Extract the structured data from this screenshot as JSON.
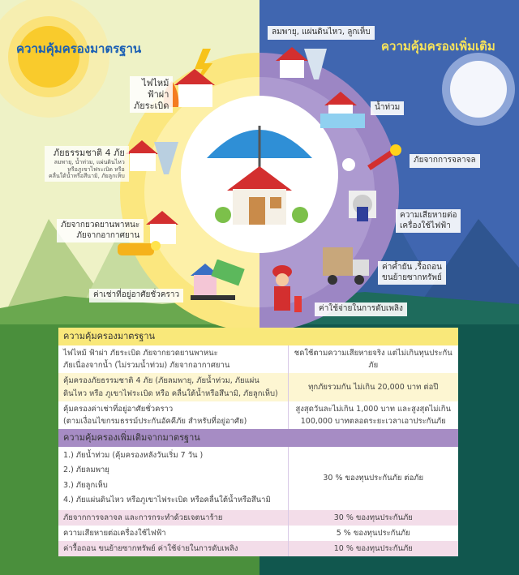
{
  "standard_title": "ความคุ้มครองมาตรฐาน",
  "extra_title": "ความคุ้มครองเพิ่มเติม",
  "left_labels": {
    "fire": [
      "ไฟไหม้",
      "ฟ้าผ่า",
      "ภัยระเบิด"
    ],
    "natural_title": "ภัยธรรมชาติ 4 ภัย",
    "natural_sub": [
      "ลมพายุ, น้ำท่วม, แผ่นดินไหว",
      "หรือภูเขาไฟระเบิด หรือ",
      "คลื่นใต้น้ำหรือสึนามิ, ภัยลูกเห็บ"
    ],
    "vehicle": [
      "ภัยจากยวดยานพาหนะ",
      "ภัยจากอากาศยาน"
    ],
    "rent": "ค่าเช่าที่อยู่อาศัยชั่วคราว"
  },
  "right_labels": {
    "storm": "ลมพายุ, แผ่นดินไหว, ลูกเห็บ",
    "flood": "น้ำท่วม",
    "riot": "ภัยจากการจลาจล",
    "electrical": [
      "ความเสียหายต่อ",
      "เครื่องใช้ไฟฟ้า"
    ],
    "moving": [
      "ค่าค้ำยัน ,รื้อถอน",
      "ขนย้ายซากทรัพย์"
    ],
    "firefighting": "ค่าใช้จ่ายในการดับเพลิง"
  },
  "table": {
    "standard_header": "ความคุ้มครองมาตรฐาน",
    "standard_rows": [
      {
        "left": [
          "ไฟไหม้ ฟ้าผ่า  ภัยระเบิด ภัยจากยวดยานพาหนะ",
          "ภัยเนื่องจากน้ำ (ไม่รวมน้ำท่วม) ภัยจากอากาศยาน"
        ],
        "right": [
          "ชดใช้ตามความเสียหายจริง แต่ไม่เกินทุนประกันภัย"
        ]
      },
      {
        "left": [
          "คุ้มครองภัยธรรมชาติ 4 ภัย (ภัยลมพายุ, ภัยน้ำท่วม, ภัยแผ่น",
          "ดินไหว หรือ ภูเขาไฟระเบิด หรือ คลื่นใต้น้ำหรือสึนามิ, ภัยลูกเห็บ)"
        ],
        "right": [
          "ทุกภัยรวมกัน ไม่เกิน 20,000 บาท ต่อปี"
        ]
      },
      {
        "left": [
          "คุ้มครองค่าเช่าที่อยู่อาศัยชั่วคราว",
          "(ตามเงื่อนไขกรมธรรม์ประกันอัคคีภัย สำหรับที่อยู่อาศัย)"
        ],
        "right": [
          "สูงสุดวันละไม่เกิน 1,000 บาท และสูงสุดไม่เกิน",
          "100,000 บาทตลอดระยะเวลาเอาประกันภัย"
        ]
      }
    ],
    "extra_header": "ความคุ้มครองเพิ่มเติมจากมาตรฐาน",
    "extra_group": {
      "left": [
        "1.) ภัยน้ำท่วม (คุ้มครองหลังวันเริ่ม 7 วัน )",
        "2.) ภัยลมพายุ",
        "3.) ภัยลูกเห็บ",
        "4.) ภัยแผ่นดินไหว หรือภูเขาไฟระเบิด หรือคลื่นใต้น้ำหรือสึนามิ"
      ],
      "right": "30 % ของทุนประกันภัย ต่อภัย"
    },
    "extra_rows": [
      {
        "left": "ภัยจากการจลาจล และการกระทำด้วยเจตนาร้าย",
        "right": "30 % ของทุนประกันภัย"
      },
      {
        "left": "ความเสียหายต่อเครื่องใช้ไฟฟ้า",
        "right": "5 % ของทุนประกันภัย"
      },
      {
        "left": "ค่ารื้อถอน ขนย้ายซากทรัพย์ ค่าใช้จ่ายในการดับเพลิง",
        "right": "10 % ของทุนประกันภัย"
      }
    ]
  },
  "colors": {
    "standard_yellow": "#f9e87a",
    "extra_purple": "#a68cc4",
    "title_blue": "#1a5fb4",
    "title_yellow": "#f7e35a",
    "night_blue": "#4066b0"
  }
}
